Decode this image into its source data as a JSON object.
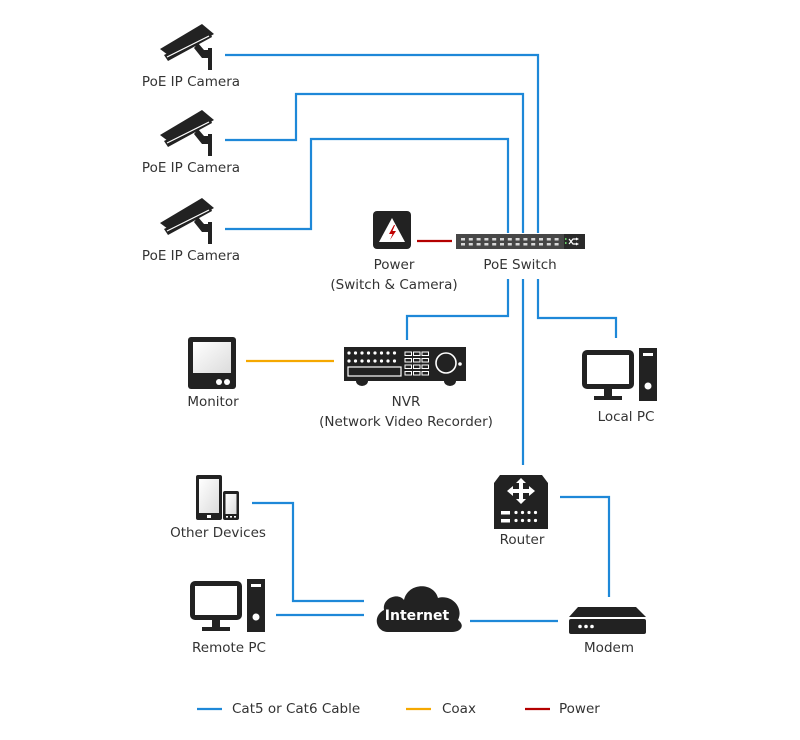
{
  "colors": {
    "cable": "#1e88d8",
    "coax": "#f5a800",
    "power": "#b40000",
    "icon": "#222222",
    "switch_body": "#474747",
    "switch_end": "#2a2a2a"
  },
  "nodes": {
    "camera1": {
      "label": "PoE IP Camera",
      "icon": "security-camera-icon"
    },
    "camera2": {
      "label": "PoE IP Camera",
      "icon": "security-camera-icon"
    },
    "camera3": {
      "label": "PoE IP Camera",
      "icon": "security-camera-icon"
    },
    "power": {
      "label_line1": "Power",
      "label_line2": "(Switch & Camera)",
      "icon": "power-warning-icon"
    },
    "switch": {
      "label": "PoE Switch",
      "icon": "network-switch-icon"
    },
    "monitor": {
      "label": "Monitor",
      "icon": "monitor-icon"
    },
    "nvr": {
      "label_line1": "NVR",
      "label_line2": "(Network Video Recorder)",
      "icon": "nvr-icon"
    },
    "local_pc": {
      "label": "Local PC",
      "icon": "desktop-pc-icon"
    },
    "router": {
      "label": "Router",
      "icon": "router-icon"
    },
    "other_devices": {
      "label": "Other Devices",
      "icon": "mobile-devices-icon"
    },
    "internet": {
      "label": "Internet",
      "icon": "cloud-icon"
    },
    "remote_pc": {
      "label": "Remote PC",
      "icon": "desktop-pc-icon"
    },
    "modem": {
      "label": "Modem",
      "icon": "modem-icon"
    }
  },
  "connections": [
    {
      "from": "camera1",
      "to": "switch",
      "type": "cable"
    },
    {
      "from": "camera2",
      "to": "switch",
      "type": "cable"
    },
    {
      "from": "camera3",
      "to": "switch",
      "type": "cable"
    },
    {
      "from": "power",
      "to": "switch",
      "type": "power"
    },
    {
      "from": "switch",
      "to": "nvr",
      "type": "cable"
    },
    {
      "from": "switch",
      "to": "router",
      "type": "cable"
    },
    {
      "from": "switch",
      "to": "local_pc",
      "type": "cable"
    },
    {
      "from": "monitor",
      "to": "nvr",
      "type": "coax"
    },
    {
      "from": "router",
      "to": "modem",
      "type": "cable"
    },
    {
      "from": "other_devices",
      "to": "internet",
      "type": "cable"
    },
    {
      "from": "remote_pc",
      "to": "internet",
      "type": "cable"
    },
    {
      "from": "internet",
      "to": "modem",
      "type": "cable"
    }
  ],
  "legend": [
    {
      "type": "cable",
      "label": "Cat5 or Cat6 Cable"
    },
    {
      "type": "coax",
      "label": "Coax"
    },
    {
      "type": "power",
      "label": "Power"
    }
  ]
}
